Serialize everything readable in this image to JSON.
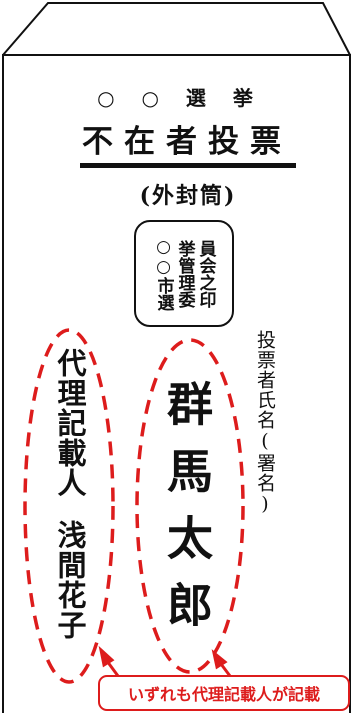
{
  "envelope": {
    "election_name": "○ ○ 選 挙",
    "title": "不在者投票",
    "type_label": "(外封筒)",
    "seal": {
      "lines": [
        "○○市選",
        "挙管理委",
        "員会之印"
      ]
    },
    "voter_label": "投票者氏名(署名)",
    "voter_name": "群馬太郎",
    "proxy_label": "代理記載人",
    "proxy_name": "浅間花子"
  },
  "annotation": {
    "callout_text": "いずれも代理記載人が記載",
    "color": "#dd1c1c"
  }
}
